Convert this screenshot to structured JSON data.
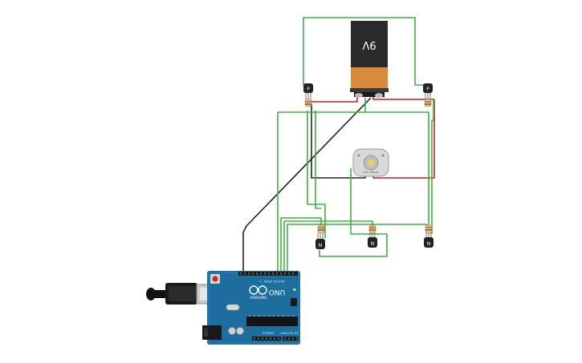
{
  "battery": {
    "label": "9V"
  },
  "transistors": {
    "p_label": "P",
    "n_label": "N"
  },
  "motor": {
    "label": "Sch. Motor"
  },
  "arduino": {
    "brand_label": "ARDUINO",
    "model_label": "UNO",
    "digital_label": "DIGITAL (PWM ~)",
    "power_label": "POWER",
    "analog_label": "ANALOG IN"
  },
  "colors": {
    "wire_green": "#3fb33f",
    "wire_red": "#cc1f1f",
    "wire_black": "#222222",
    "board_blue": "#1d6e9e",
    "battery_black": "#2a2a2a",
    "battery_copper": "#d98a3c"
  }
}
